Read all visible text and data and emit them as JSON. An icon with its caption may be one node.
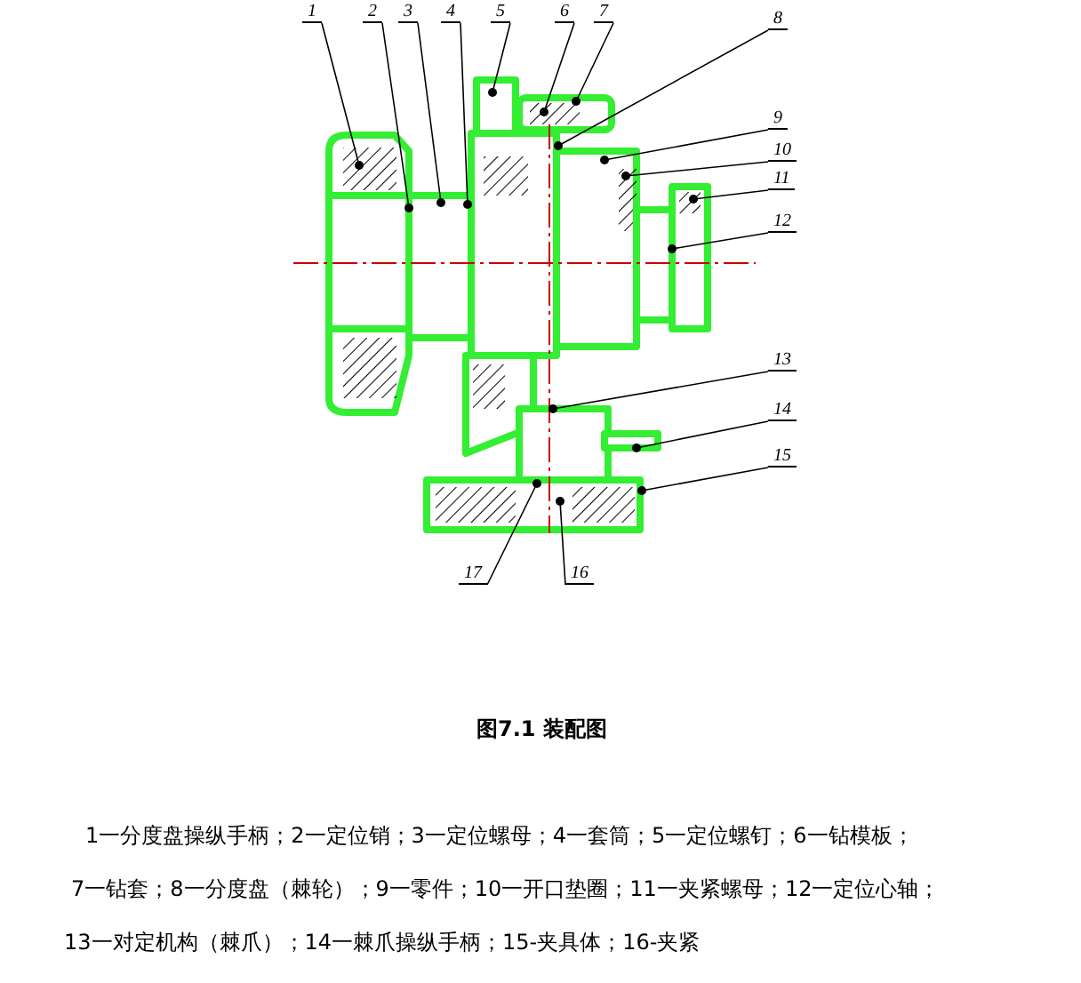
{
  "diagram": {
    "caption": "图7.1 装配图",
    "nodes": [
      {
        "text": [
          "1"
        ]
      },
      {
        "text": [
          "2"
        ]
      },
      {
        "text": [
          "3"
        ]
      },
      {
        "text": [
          "4"
        ]
      },
      {
        "text": [
          "5"
        ]
      },
      {
        "text": [
          "6"
        ]
      },
      {
        "text": [
          "7"
        ]
      },
      {
        "text": [
          "8"
        ]
      },
      {
        "text": [
          "9"
        ]
      },
      {
        "text": [
          "10"
        ]
      },
      {
        "text": [
          "11"
        ]
      },
      {
        "text": [
          "12"
        ]
      },
      {
        "text": [
          "13"
        ]
      },
      {
        "text": [
          "14"
        ]
      },
      {
        "text": [
          "15"
        ]
      },
      {
        "text": [
          "17"
        ]
      },
      {
        "text": [
          "16"
        ]
      }
    ],
    "edges": [
      {
        "from": 0,
        "to": null,
        "arrow": "other"
      },
      {
        "from": 1,
        "to": null,
        "arrow": "other"
      },
      {
        "from": 2,
        "to": null,
        "arrow": "other"
      },
      {
        "from": 3,
        "to": null,
        "arrow": "other"
      },
      {
        "from": 4,
        "to": null,
        "arrow": "other"
      },
      {
        "from": 5,
        "to": null,
        "arrow": "other"
      },
      {
        "from": 6,
        "to": null,
        "arrow": "other"
      },
      {
        "from": 7,
        "to": null,
        "arrow": "other"
      },
      {
        "from": 8,
        "to": null,
        "arrow": "other"
      },
      {
        "from": 9,
        "to": null,
        "arrow": "other"
      },
      {
        "from": 10,
        "to": null,
        "arrow": "other"
      },
      {
        "from": 11,
        "to": null,
        "arrow": "other"
      },
      {
        "from": 12,
        "to": null,
        "arrow": "other"
      },
      {
        "from": 13,
        "to": null,
        "arrow": "other"
      },
      {
        "from": 14,
        "to": null,
        "arrow": "other"
      },
      {
        "from": 15,
        "to": null,
        "arrow": "other"
      },
      {
        "from": 16,
        "to": null,
        "arrow": "other"
      }
    ],
    "labels": [
      "1一分度盘操纵手柄；2一定位销；3一定位螺母；4一套筒；5一定位螺钉；6一钻模板；",
      "7一钻套；8一分度盘（棘轮）；9一零件；10一开口垫圈；11一夹紧螺母；12一定位心轴；",
      "13一对定机构（棘爪）；14一棘爪操纵手柄；15-夹具体；16-夹紧"
    ]
  }
}
